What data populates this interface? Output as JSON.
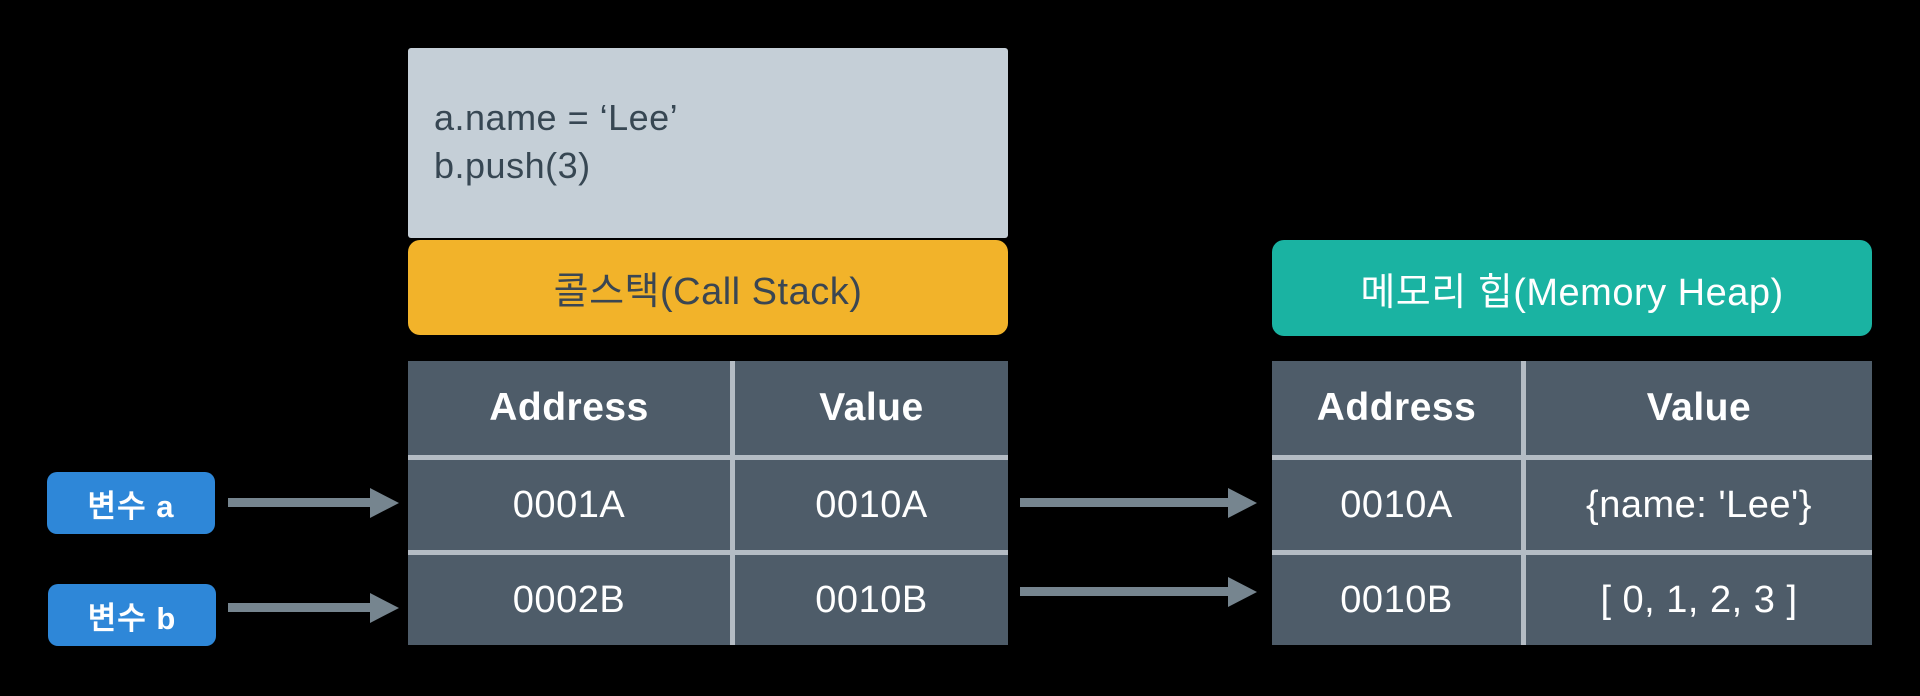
{
  "colors": {
    "background": "#000000",
    "code_box_bg": "#c5cfd7",
    "code_text": "#374753",
    "call_stack_accent": "#f2b32a",
    "call_stack_title_text": "#3a4653",
    "memory_heap_accent": "#1ab3a2",
    "memory_heap_title_text": "#ffffff",
    "table_bg": "#4e5c69",
    "table_divider": "#b4bcc4",
    "table_text": "#ffffff",
    "variable_badge_bg": "#2e87d8",
    "variable_badge_text": "#ffffff",
    "arrow": "#76858f"
  },
  "code_box": {
    "lines": [
      "a.name = ‘Lee’",
      "b.push(3)"
    ]
  },
  "call_stack": {
    "title": "콜스택(Call Stack)",
    "table": {
      "headers": [
        "Address",
        "Value"
      ],
      "rows": [
        [
          "0001A",
          "0010A"
        ],
        [
          "0002B",
          "0010B"
        ]
      ]
    }
  },
  "memory_heap": {
    "title": "메모리 힙(Memory Heap)",
    "table": {
      "headers": [
        "Address",
        "Value"
      ],
      "rows": [
        [
          "0010A",
          "{name: 'Lee'}"
        ],
        [
          "0010B",
          "[ 0, 1, 2, 3 ]"
        ]
      ]
    }
  },
  "variables": [
    {
      "label": "변수 a"
    },
    {
      "label": "변수 b"
    }
  ]
}
